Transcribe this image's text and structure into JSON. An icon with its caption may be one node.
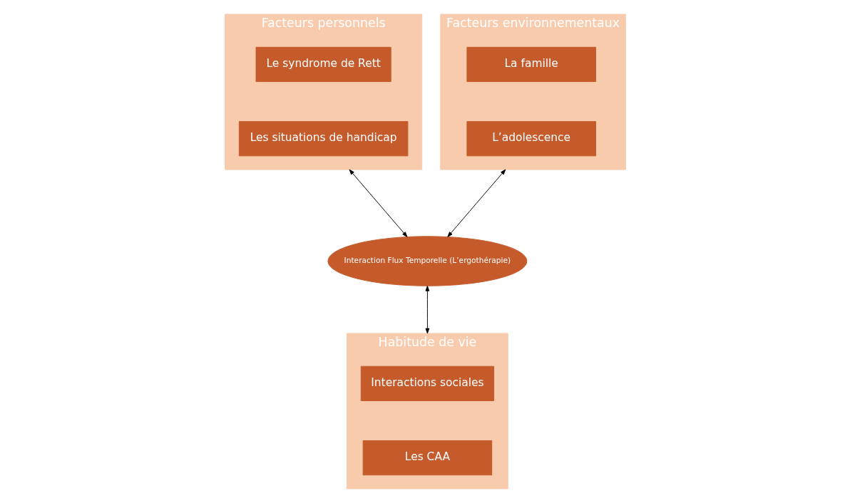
{
  "diagram": {
    "nodes": [
      {
        "text": [
          "Facteurs personnels"
        ]
      },
      {
        "text": [
          "Le syndrome de Rett"
        ],
        "in": 0
      },
      {
        "text": [
          "Les situations de handicap"
        ],
        "in": 0
      },
      {
        "text": [
          "Facteurs environnementaux"
        ]
      },
      {
        "text": [
          "La famille"
        ],
        "in": 3
      },
      {
        "text": [
          "L’adolescence"
        ],
        "in": 3
      },
      {
        "text": [
          "Interaction Flux Temporelle (L’ergothérapie)"
        ]
      },
      {
        "text": [
          "Habitude de vie"
        ]
      },
      {
        "text": [
          "Interactions sociales"
        ],
        "in": 7
      },
      {
        "text": [
          "Les CAA"
        ],
        "in": 7
      }
    ],
    "edges": [
      {
        "from": 0,
        "to": 6,
        "arrow": "both"
      },
      {
        "from": 3,
        "to": 6,
        "arrow": "both"
      },
      {
        "from": 6,
        "to": 7,
        "arrow": "both"
      }
    ]
  }
}
